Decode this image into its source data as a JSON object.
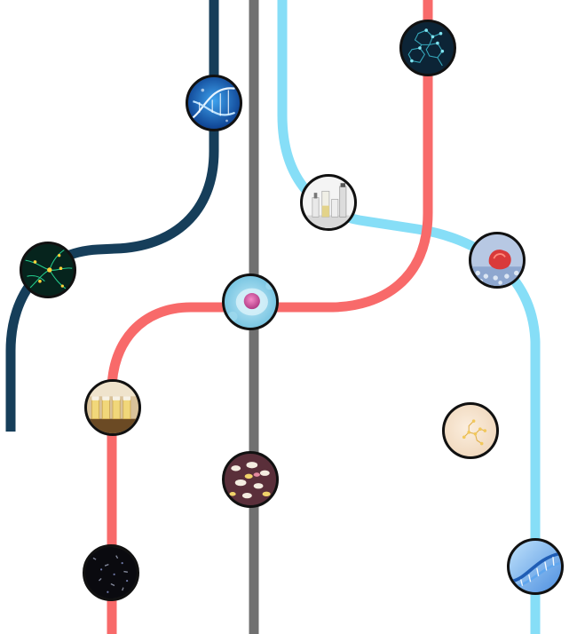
{
  "diagram": {
    "lines": [
      {
        "id": "navy",
        "color": "#163e5a"
      },
      {
        "id": "gray",
        "color": "#707070"
      },
      {
        "id": "lightblue",
        "color": "#86def7"
      },
      {
        "id": "coral",
        "color": "#f86a6a"
      }
    ],
    "nodes": [
      {
        "id": "dna-helix",
        "icon": "dna-helix-icon",
        "line": "navy"
      },
      {
        "id": "molecule-network",
        "icon": "molecule-network-icon",
        "line": "coral"
      },
      {
        "id": "lab-bottles",
        "icon": "lab-bottles-icon",
        "line": "lightblue"
      },
      {
        "id": "neuron-network",
        "icon": "neuron-network-icon",
        "line": "navy"
      },
      {
        "id": "cell",
        "icon": "cell-icon",
        "line": "gray"
      },
      {
        "id": "virus-particles",
        "icon": "virus-particles-icon",
        "line": "lightblue"
      },
      {
        "id": "vials",
        "icon": "vials-icon",
        "line": "coral"
      },
      {
        "id": "molecule-cream",
        "icon": "molecule-cream-icon",
        "line": "none"
      },
      {
        "id": "pills",
        "icon": "pills-icon",
        "line": "gray"
      },
      {
        "id": "dark-particles",
        "icon": "dark-particles-icon",
        "line": "coral"
      },
      {
        "id": "dna-blue",
        "icon": "dna-blue-icon",
        "line": "lightblue"
      }
    ]
  }
}
